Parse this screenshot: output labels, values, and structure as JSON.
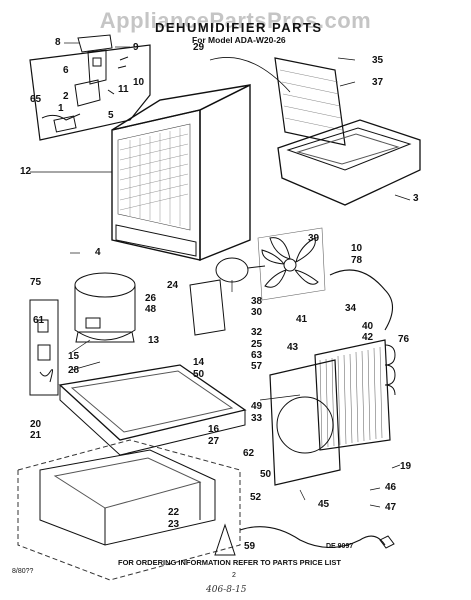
{
  "watermark": "AppliancePartsPros.com",
  "header": {
    "title": "DEHUMIDIFIER PARTS",
    "subtitle": "For Model ADA-W20-26"
  },
  "footer": {
    "ordering_note": "FOR ORDERING INFORMATION REFER TO PARTS PRICE LIST",
    "drawing_code": "DE 9097",
    "date_code": "8/80??",
    "page_mark": "2",
    "handwritten": "406-8-15"
  },
  "callouts": [
    {
      "id": "c8",
      "text": "8"
    },
    {
      "id": "c9",
      "text": "9"
    },
    {
      "id": "c29",
      "text": "29"
    },
    {
      "id": "c35",
      "text": "35"
    },
    {
      "id": "c6",
      "text": "6"
    },
    {
      "id": "c10a",
      "text": "10"
    },
    {
      "id": "c37",
      "text": "37"
    },
    {
      "id": "c65",
      "text": "65"
    },
    {
      "id": "c2",
      "text": "2"
    },
    {
      "id": "c11",
      "text": "11"
    },
    {
      "id": "c1",
      "text": "1"
    },
    {
      "id": "c5",
      "text": "5"
    },
    {
      "id": "c12",
      "text": "12"
    },
    {
      "id": "c3",
      "text": "3"
    },
    {
      "id": "c39",
      "text": "39"
    },
    {
      "id": "c4",
      "text": "4"
    },
    {
      "id": "c10b",
      "text": "10"
    },
    {
      "id": "c78",
      "text": "78"
    },
    {
      "id": "c75",
      "text": "75"
    },
    {
      "id": "c24",
      "text": "24"
    },
    {
      "id": "c26",
      "text": "26"
    },
    {
      "id": "c48",
      "text": "48"
    },
    {
      "id": "c38",
      "text": "38"
    },
    {
      "id": "c30",
      "text": "30"
    },
    {
      "id": "c34",
      "text": "34"
    },
    {
      "id": "c61",
      "text": "61"
    },
    {
      "id": "c41",
      "text": "41"
    },
    {
      "id": "c40",
      "text": "40"
    },
    {
      "id": "c42",
      "text": "42"
    },
    {
      "id": "c32",
      "text": "32"
    },
    {
      "id": "c13",
      "text": "13"
    },
    {
      "id": "c25",
      "text": "25"
    },
    {
      "id": "c43",
      "text": "43"
    },
    {
      "id": "c76",
      "text": "76"
    },
    {
      "id": "c15",
      "text": "15"
    },
    {
      "id": "c63",
      "text": "63"
    },
    {
      "id": "c14",
      "text": "14"
    },
    {
      "id": "c57",
      "text": "57"
    },
    {
      "id": "c28",
      "text": "28"
    },
    {
      "id": "c50a",
      "text": "50"
    },
    {
      "id": "c49",
      "text": "49"
    },
    {
      "id": "c33",
      "text": "33"
    },
    {
      "id": "c20",
      "text": "20"
    },
    {
      "id": "c21",
      "text": "21"
    },
    {
      "id": "c16",
      "text": "16"
    },
    {
      "id": "c27",
      "text": "27"
    },
    {
      "id": "c62",
      "text": "62"
    },
    {
      "id": "c19",
      "text": "19"
    },
    {
      "id": "c50b",
      "text": "50"
    },
    {
      "id": "c52",
      "text": "52"
    },
    {
      "id": "c46",
      "text": "46"
    },
    {
      "id": "c45",
      "text": "45"
    },
    {
      "id": "c47",
      "text": "47"
    },
    {
      "id": "c22",
      "text": "22"
    },
    {
      "id": "c23",
      "text": "23"
    },
    {
      "id": "c59",
      "text": "59"
    }
  ]
}
